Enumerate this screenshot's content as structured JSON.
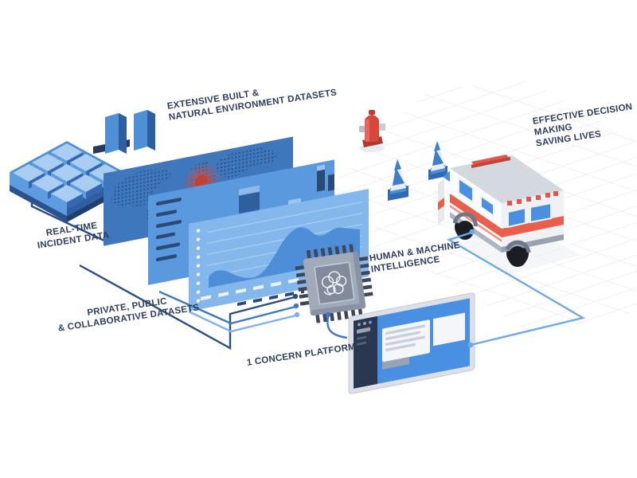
{
  "labels": {
    "extensive_datasets": {
      "line1": "EXTENSIVE BUILT &",
      "line2": "NATURAL ENVIRONMENT DATASETS"
    },
    "realtime_incident": {
      "line1": "REAL-TIME",
      "line2": "INCIDENT DATA"
    },
    "private_datasets": {
      "line1": "PRIVATE, PUBLIC",
      "line2": "& COLLABORATIVE DATASETS"
    },
    "platform": {
      "line1": "1 CONCERN PLATFORM"
    },
    "human_machine": {
      "line1": "HUMAN & MACHINE",
      "line2": "INTELLIGENCE"
    },
    "decision": {
      "line1": "EFFECTIVE DECISION",
      "line2": "MAKING",
      "line3": "SAVING LIVES"
    }
  },
  "icons": [
    "city-blocks-icon",
    "data-towers-icon",
    "incident-map-screen-icon",
    "bar-chart-screen-icon",
    "line-chart-screen-icon",
    "ai-chip-icon",
    "brain-icon",
    "browser-window-icon",
    "ambulance-icon",
    "fire-hydrant-icon",
    "traffic-cone-icon",
    "street-grid-icon"
  ],
  "colors": {
    "text_navy": "#2E3D5C",
    "map_blue": "#3E77BC",
    "bar_panel_blue": "#5B99DE",
    "line_panel_blue": "#84B7EC",
    "accent_blue": "#4A90E2",
    "alert_red": "#E2574C",
    "connector_dark": "#2B4F7E",
    "connector_mid": "#3E78C0",
    "connector_light": "#7FB0E8",
    "grid_gray": "#D7DBE1",
    "chip_gray": "#A2AABA"
  }
}
